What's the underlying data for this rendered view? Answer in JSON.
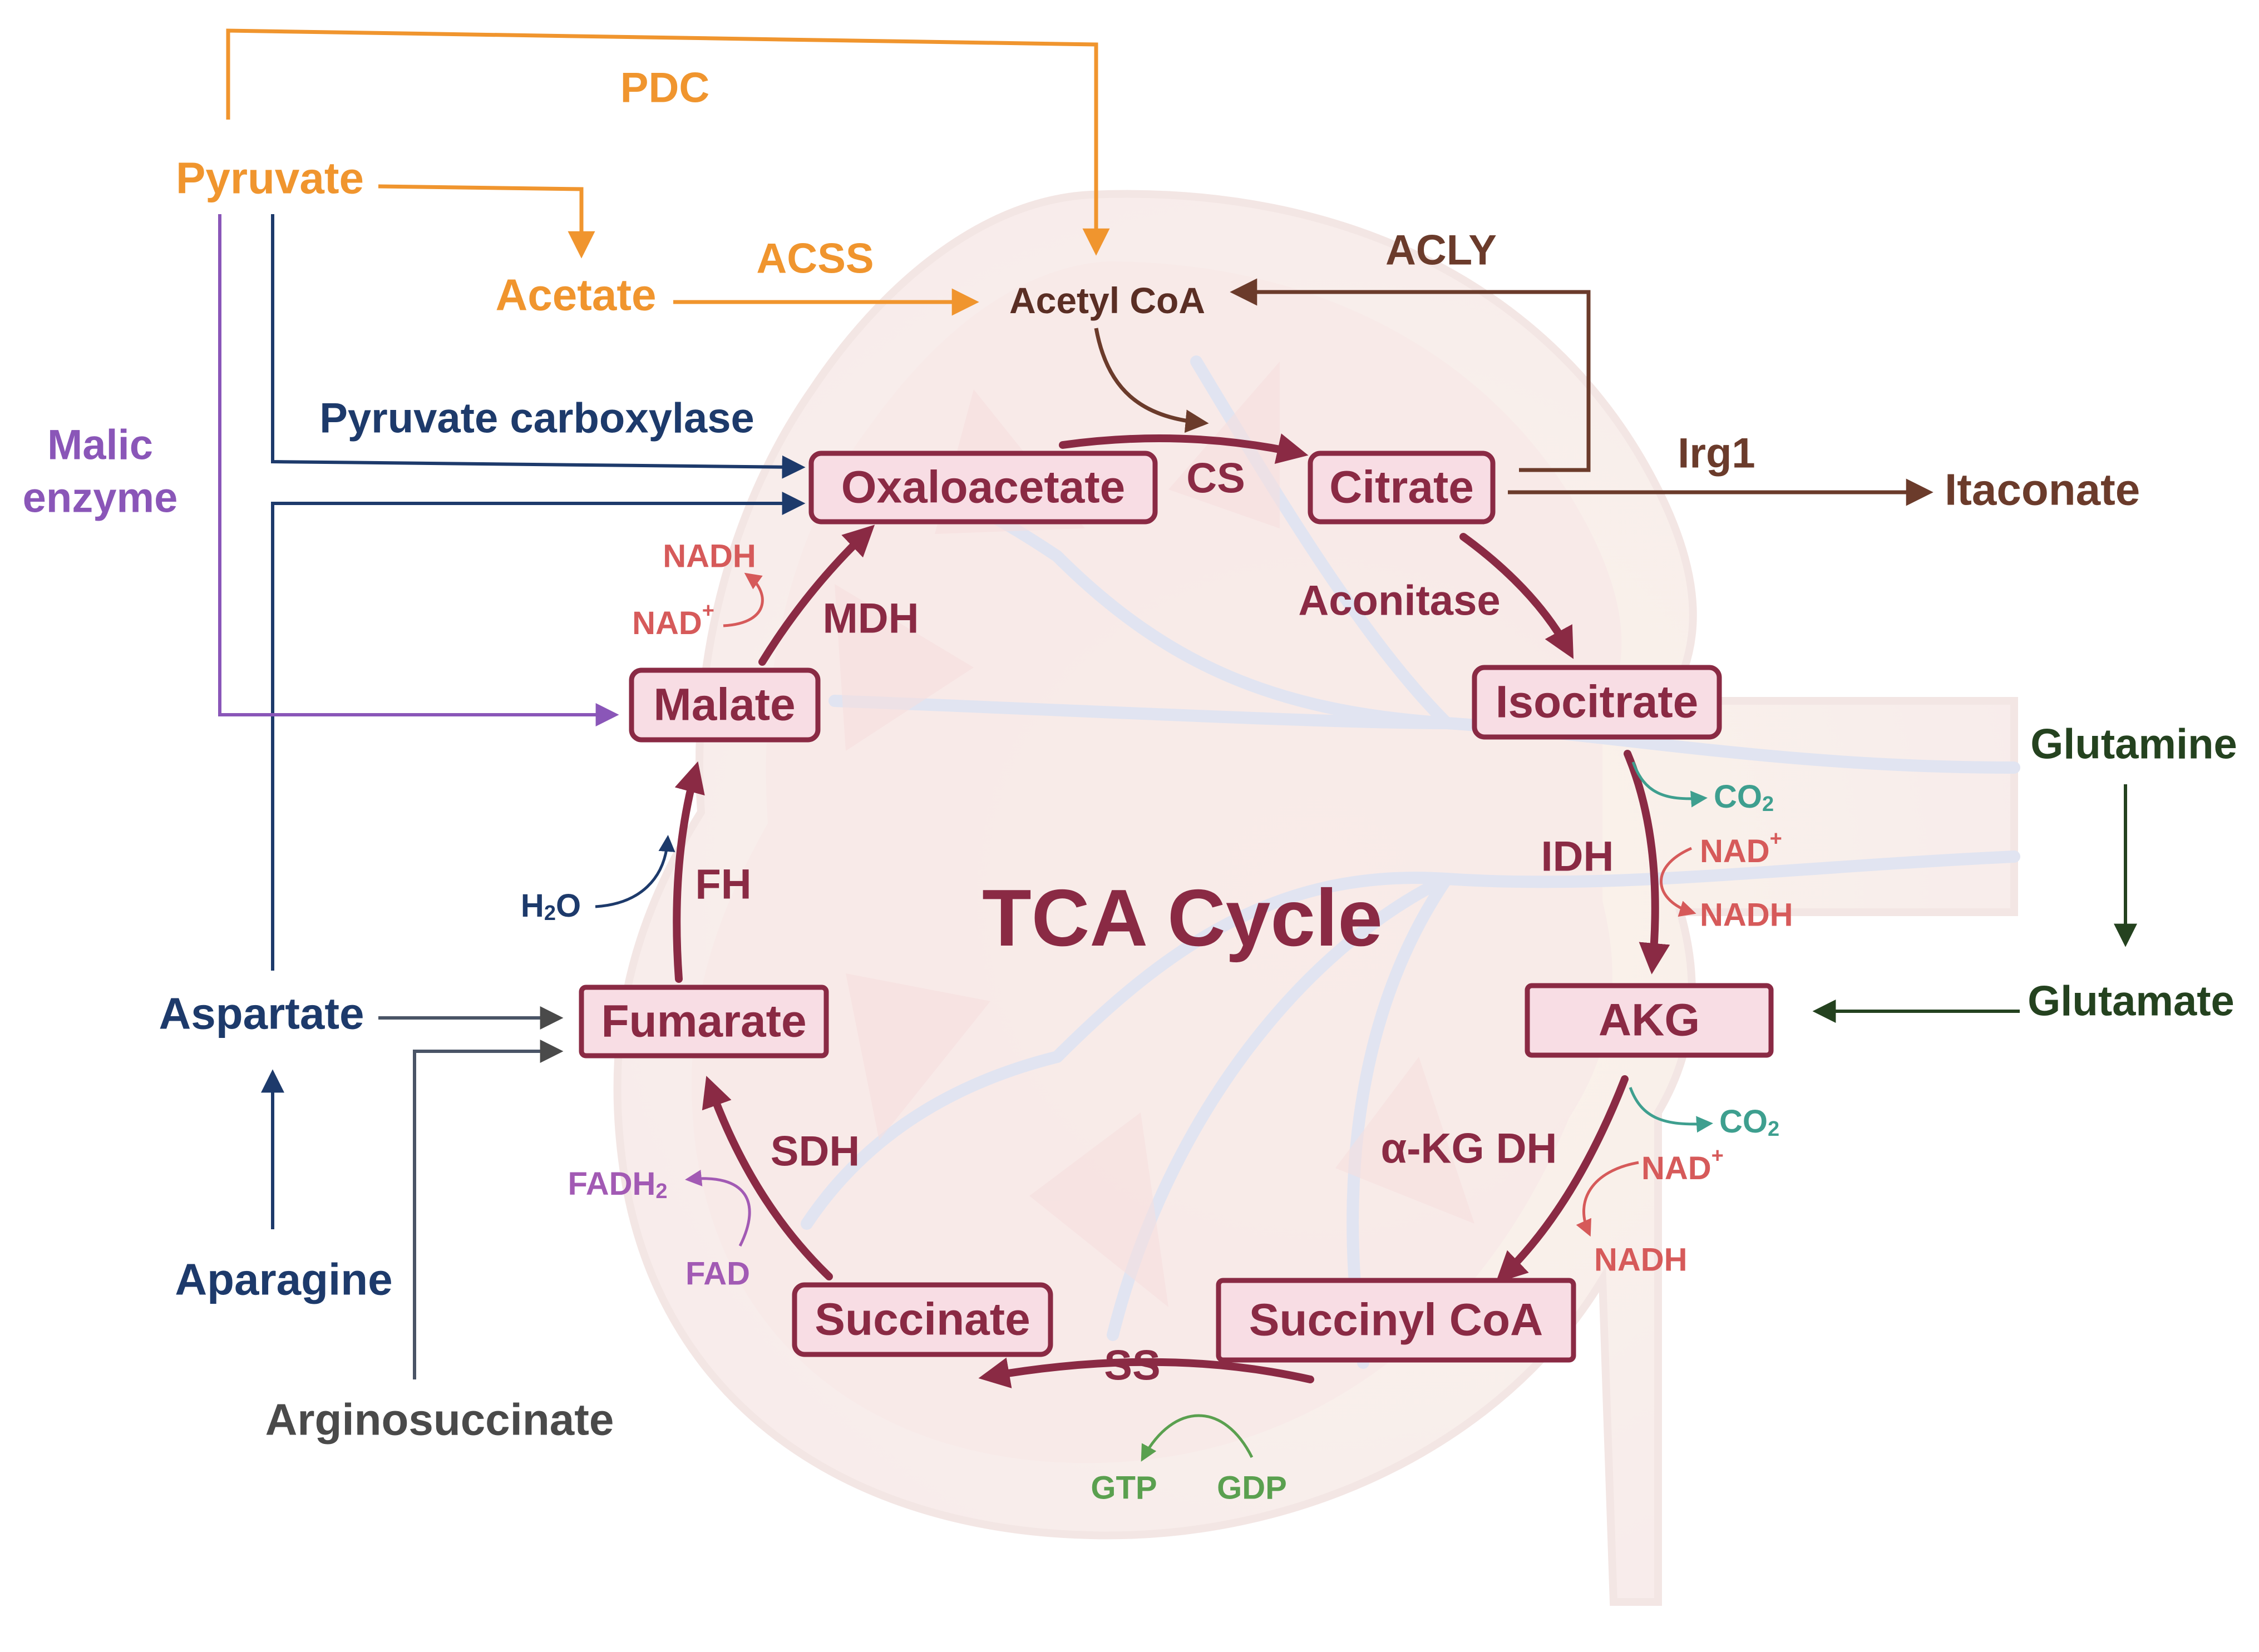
{
  "title": "TCA Cycle",
  "colors": {
    "cycle": "#8a2a44",
    "pyruvate_branch": "#f0952e",
    "acly_branch": "#6b3b2b",
    "carboxylase": "#1d3a6b",
    "malic": "#8a56b8",
    "glutamine": "#24421f",
    "arginosuccinate": "#4a4a4a",
    "co2": "#3e9f8f",
    "nadh": "#d65a5a",
    "fad": "#a25ab4",
    "gtp": "#5aa04f",
    "node_fill": "#f8dde4"
  },
  "metabolites": {
    "oxaloacetate": "Oxaloacetate",
    "citrate": "Citrate",
    "isocitrate": "Isocitrate",
    "akg": "AKG",
    "succinyl_coa": "Succinyl CoA",
    "succinate": "Succinate",
    "fumarate": "Fumarate",
    "malate": "Malate"
  },
  "enzymes": {
    "cs": "CS",
    "aconitase": "Aconitase",
    "idh": "IDH",
    "akgdh": "α-KG DH",
    "ss": "SS",
    "sdh": "SDH",
    "fh": "FH",
    "mdh": "MDH",
    "pdc": "PDC",
    "acss": "ACSS",
    "acly": "ACLY",
    "irg1": "Irg1",
    "pyruvate_carboxylase": "Pyruvate carboxylase",
    "malic_enzyme_line1": "Malic",
    "malic_enzyme_line2": "enzyme"
  },
  "inputs": {
    "pyruvate": "Pyruvate",
    "acetate": "Acetate",
    "acetyl_coa": "Acetyl CoA",
    "itaconate": "Itaconate",
    "glutamine": "Glutamine",
    "glutamate": "Glutamate",
    "aspartate": "Aspartate",
    "asparagine": "Aparagine",
    "arginosuccinate": "Arginosuccinate"
  },
  "cofactors": {
    "nadh": "NADH",
    "nad_base": "NAD",
    "plus": "+",
    "co2_base": "CO",
    "co2_sub": "2",
    "h2o_h": "H",
    "h2o_sub": "2",
    "h2o_o": "O",
    "fadh2_base": "FADH",
    "fadh2_sub": "2",
    "fad": "FAD",
    "gtp": "GTP",
    "gdp": "GDP"
  }
}
